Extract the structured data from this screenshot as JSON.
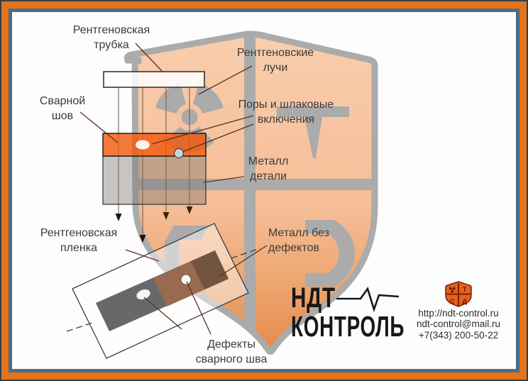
{
  "page": {
    "type": "radiographic-testing-infographic",
    "language": "ru"
  },
  "colors": {
    "frame_orange": "#e2731d",
    "frame_slate": "#4d6b84",
    "frame_outline": "#2f3f4c",
    "weld_orange": "#f25c0a",
    "shield_watermark_peach": "#f9cbaa",
    "shield_watermark_gray": "#ababab",
    "label_text": "#3c3c3c",
    "leader_line": "#5a3120",
    "logo_text": "#181818",
    "logo_shield_orange": "#e2641c",
    "logo_shield_outline": "#801d08"
  },
  "diagram": {
    "labels": {
      "tube": [
        "Рентгеновская",
        "трубка"
      ],
      "rays": [
        "Рентгеновские",
        "лучи"
      ],
      "seam": [
        "Сварной",
        "шов"
      ],
      "pores": [
        "Поры и шлаковые",
        "включения"
      ],
      "metal": [
        "Металл",
        "детали"
      ],
      "film": [
        "Рентгеновская",
        "пленка"
      ],
      "no_defects": [
        "Металл без",
        "дефектов"
      ],
      "defects": [
        "Дефекты",
        "сварного шва"
      ]
    }
  },
  "logo": {
    "title_line1": "НДТ",
    "title_line2": "КОНТРОЛЬ",
    "website": "http://ndt-control.ru",
    "email": "ndt-control@mail.ru",
    "phone": "+7(343) 200-50-22",
    "shield_glyphs": [
      "Т",
      "С",
      "Д"
    ]
  },
  "icons": {
    "watermark": "radiation-shield-watermark",
    "logo_shield": "ndt-shield-icon",
    "pulse": "heartbeat-pulse-icon",
    "trefoil": "radiation-trefoil-icon"
  }
}
